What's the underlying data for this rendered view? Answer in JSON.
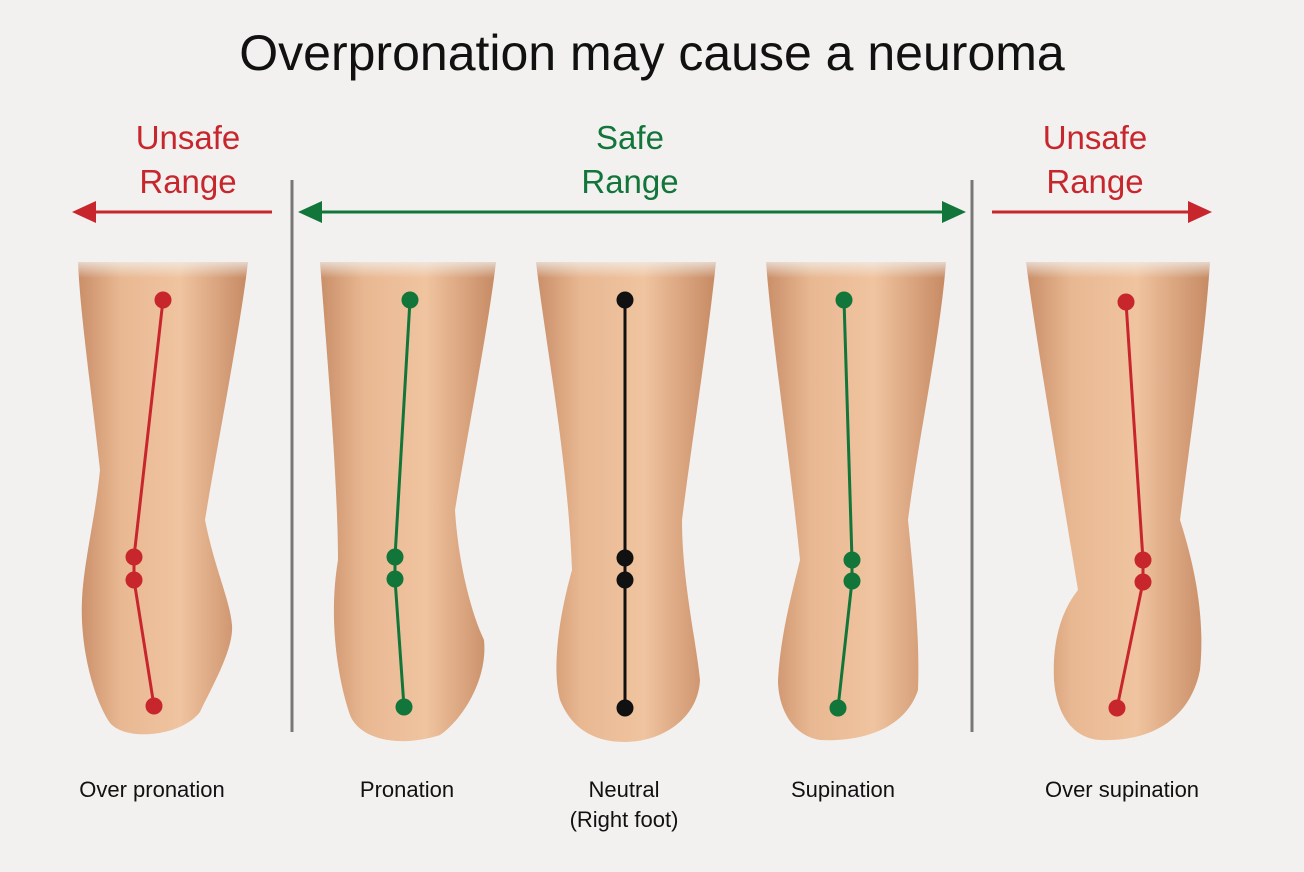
{
  "title": "Overpronation may cause a neuroma",
  "ranges": {
    "left": {
      "line1": "Unsafe",
      "line2": "Range",
      "color": "#c8262d"
    },
    "middle": {
      "line1": "Safe",
      "line2": "Range",
      "color": "#12753a"
    },
    "right": {
      "line1": "Unsafe",
      "line2": "Range",
      "color": "#c8262d"
    }
  },
  "feet": [
    {
      "label": "Over pronation",
      "sublabel": "",
      "line_color": "#c8262d"
    },
    {
      "label": "Pronation",
      "sublabel": "",
      "line_color": "#12753a"
    },
    {
      "label": "Neutral",
      "sublabel": "(Right foot)",
      "line_color": "#111111"
    },
    {
      "label": "Supination",
      "sublabel": "",
      "line_color": "#12753a"
    },
    {
      "label": "Over supination",
      "sublabel": "",
      "line_color": "#c8262d"
    }
  ],
  "colors": {
    "skin": "#e6b48f",
    "skin_shade": "#c98e68",
    "divider": "#777777"
  }
}
